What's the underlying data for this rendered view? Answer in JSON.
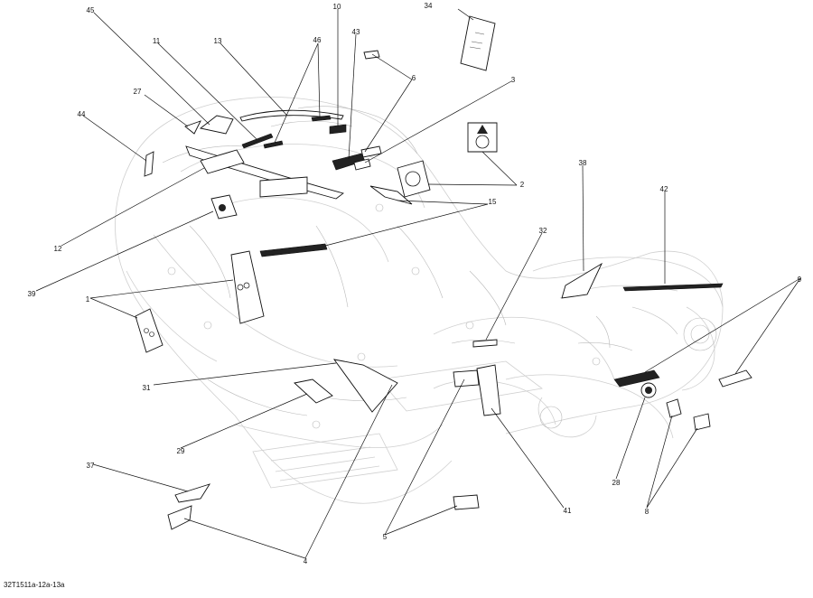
{
  "diagram": {
    "document_code": "32T1511a-12a-13a",
    "callouts": [
      {
        "id": "c45",
        "label": "45"
      },
      {
        "id": "c11",
        "label": "11"
      },
      {
        "id": "c13",
        "label": "13"
      },
      {
        "id": "c10",
        "label": "10"
      },
      {
        "id": "c46",
        "label": "46"
      },
      {
        "id": "c43",
        "label": "43"
      },
      {
        "id": "c34",
        "label": "34"
      },
      {
        "id": "c27",
        "label": "27"
      },
      {
        "id": "c6",
        "label": "6"
      },
      {
        "id": "c3",
        "label": "3"
      },
      {
        "id": "c44",
        "label": "44"
      },
      {
        "id": "c2",
        "label": "2"
      },
      {
        "id": "c38",
        "label": "38"
      },
      {
        "id": "c42",
        "label": "42"
      },
      {
        "id": "c15",
        "label": "15"
      },
      {
        "id": "c12",
        "label": "12"
      },
      {
        "id": "c32",
        "label": "32"
      },
      {
        "id": "c39",
        "label": "39"
      },
      {
        "id": "c1",
        "label": "1"
      },
      {
        "id": "c9",
        "label": "9"
      },
      {
        "id": "c31",
        "label": "31"
      },
      {
        "id": "c29",
        "label": "29"
      },
      {
        "id": "c28",
        "label": "28"
      },
      {
        "id": "c37",
        "label": "37"
      },
      {
        "id": "c41",
        "label": "41"
      },
      {
        "id": "c8",
        "label": "8"
      },
      {
        "id": "c5",
        "label": "5"
      },
      {
        "id": "c4",
        "label": "4"
      }
    ]
  }
}
